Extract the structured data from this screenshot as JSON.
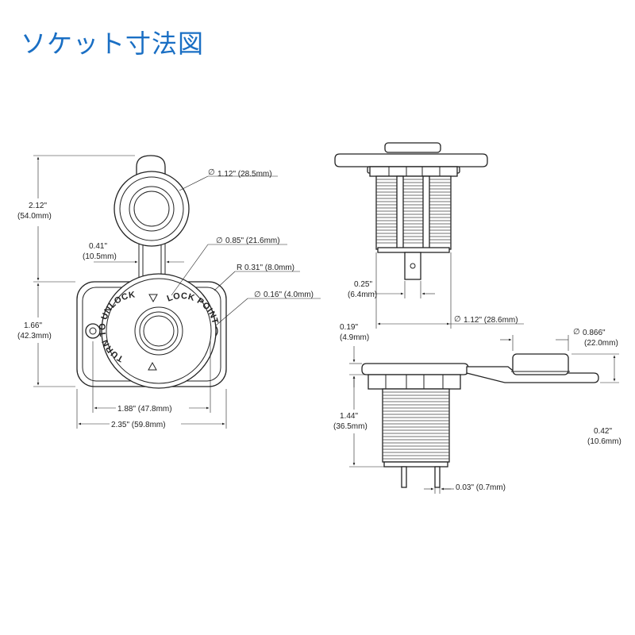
{
  "header": {
    "title": "ソケット寸法図"
  },
  "front_view": {
    "socket_label_unlock": "TURN TO UNLOCK",
    "socket_label_lock": "LOCK POINT",
    "dims": {
      "cap_diameter": "1.12\" (28.5mm)",
      "overall_height_in": "2.12\"",
      "overall_height_mm": "(54.0mm)",
      "strap_width_in": "0.41\"",
      "strap_width_mm": "(10.5mm)",
      "ring_diameter": "0.85\" (21.6mm)",
      "corner_radius": "R 0.31\" (8.0mm)",
      "hole_diameter": "0.16\" (4.0mm)",
      "plate_height_in": "1.66\"",
      "plate_height_mm": "(42.3mm)",
      "hole_spacing": "1.88\" (47.8mm)",
      "plate_width": "2.35\" (59.8mm)"
    }
  },
  "side_view_top": {
    "dims": {
      "terminal_width_in": "0.25\"",
      "terminal_width_mm": "(6.4mm)",
      "body_diameter": "1.12\" (28.6mm)"
    }
  },
  "side_view_bottom": {
    "dims": {
      "flange_thickness_in": "0.19\"",
      "flange_thickness_mm": "(4.9mm)",
      "cap_diameter_in": "0.866\"",
      "cap_diameter_mm": "(22.0mm)",
      "body_length_in": "1.44\"",
      "body_length_mm": "(36.5mm)",
      "cap_height_in": "0.42\"",
      "cap_height_mm": "(10.6mm)",
      "terminal_thickness": "0.03\" (0.7mm)"
    }
  },
  "symbols": {
    "diameter": "∅"
  }
}
